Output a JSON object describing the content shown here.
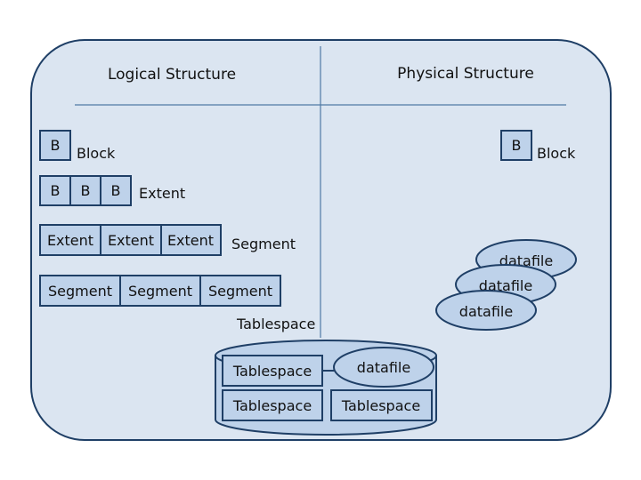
{
  "headers": {
    "logical": "Logical Structure",
    "physical": "Physical Structure"
  },
  "logical": {
    "block": {
      "cells": [
        "B"
      ],
      "label": "Block"
    },
    "extent": {
      "cells": [
        "B",
        "B",
        "B"
      ],
      "label": "Extent"
    },
    "segment": {
      "cells": [
        "Extent",
        "Extent",
        "Extent"
      ],
      "label": "Segment"
    },
    "tablespace_row": {
      "cells": [
        "Segment",
        "Segment",
        "Segment"
      ]
    },
    "tablespace_label": "Tablespace"
  },
  "physical": {
    "block": {
      "cell": "B",
      "label": "Block"
    },
    "datafiles": [
      "datafile",
      "datafile",
      "datafile"
    ]
  },
  "database": {
    "tablespaces": [
      "Tablespace",
      "Tablespace",
      "Tablespace"
    ],
    "datafile": "datafile"
  },
  "colors": {
    "panel": "#dbe5f1",
    "box": "#bed2ea",
    "stroke": "#1f3f66"
  }
}
